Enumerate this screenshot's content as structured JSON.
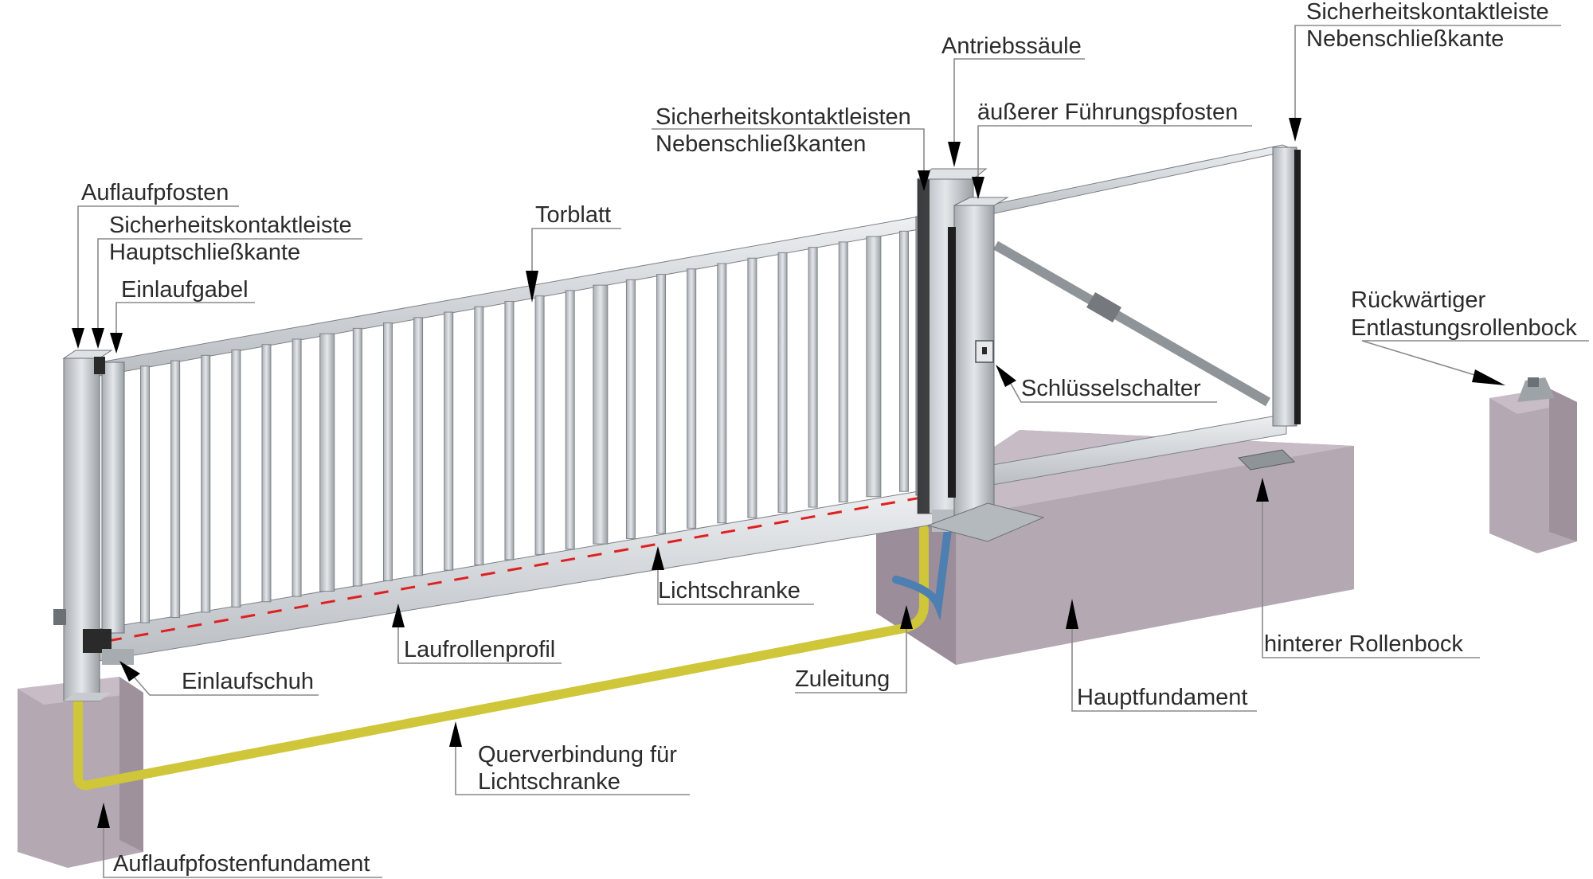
{
  "labels": {
    "auflaufpfosten": "Auflaufpfosten",
    "skl_haupt_1": "Sicherheitskontaktleiste",
    "skl_haupt_2": "Hauptschließkante",
    "einlaufgabel": "Einlaufgabel",
    "torblatt": "Torblatt",
    "skl_neben_pl_1": "Sicherheitskontaktleisten",
    "skl_neben_pl_2": "Nebenschließkanten",
    "antriebssaeule": "Antriebssäule",
    "fuehrungspfosten": "äußerer Führungspfosten",
    "skl_neben_1": "Sicherheitskontaktleiste",
    "skl_neben_2": "Nebenschließkante",
    "rueck_1": "Rückwärtiger",
    "rueck_2": "Entlastungsrollenbock",
    "schluesselschalter": "Schlüsselschalter",
    "lichtschranke": "Lichtschranke",
    "laufrollenprofil": "Laufrollenprofil",
    "einlaufschuh": "Einlaufschuh",
    "zuleitung": "Zuleitung",
    "hinterer_rollenbock": "hinterer Rollenbock",
    "hauptfundament": "Hauptfundament",
    "querverbindung_1": "Querverbindung für",
    "querverbindung_2": "Lichtschranke",
    "auflaufpfostenfundament": "Auflaufpfostenfundament"
  },
  "colors": {
    "steel": "#c9cdd1",
    "steel_dark": "#8e9398",
    "foundation": "#b4a8b2",
    "cable_yellow": "#d9d23a",
    "cable_blue": "#4d7fb0",
    "light_barrier": "#e02020"
  }
}
